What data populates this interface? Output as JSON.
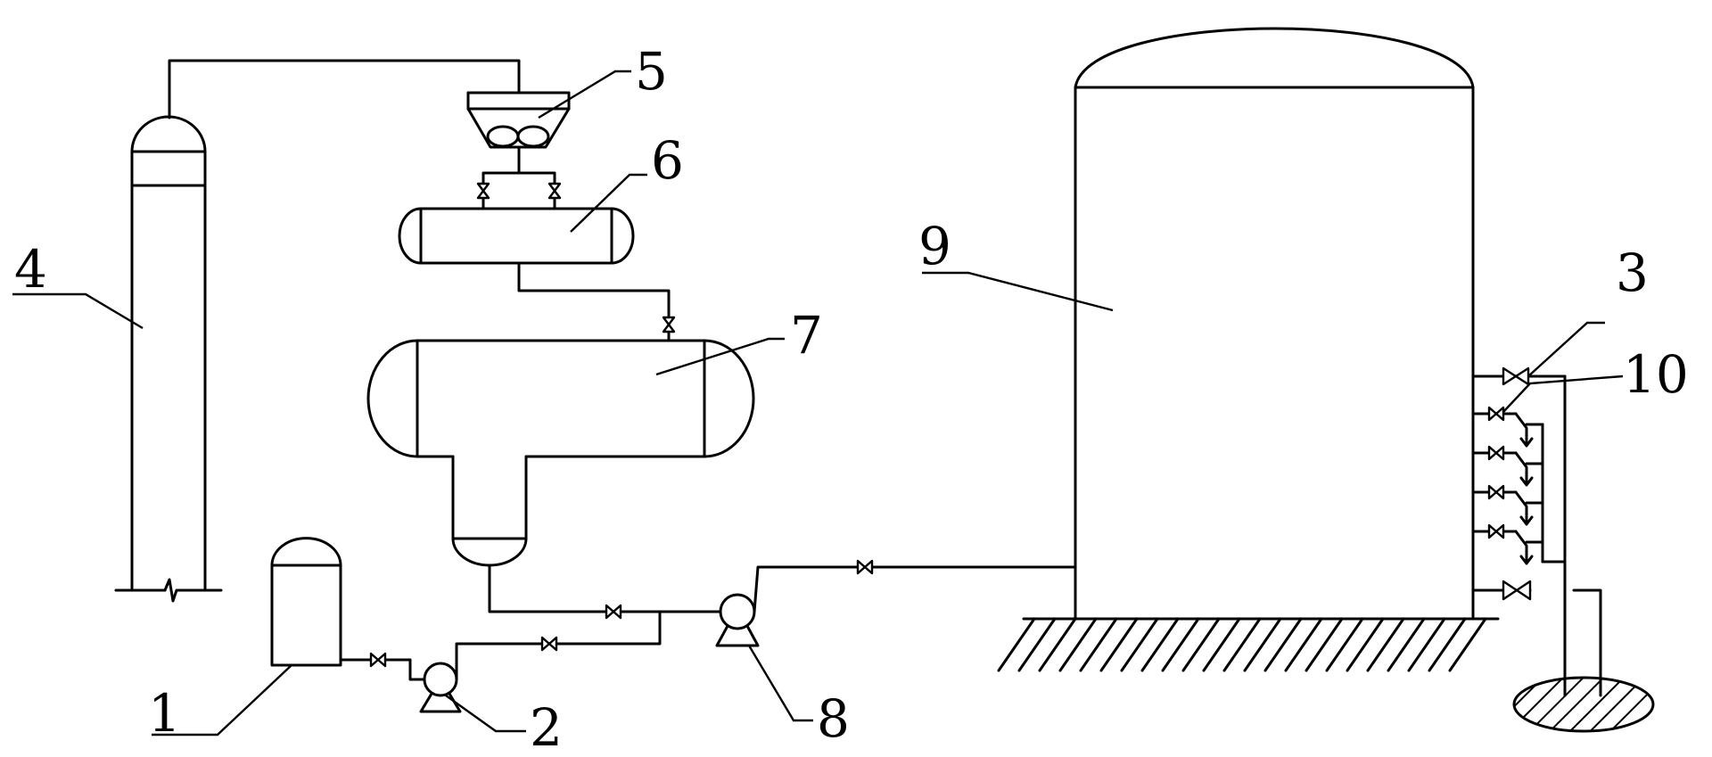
{
  "diagram": {
    "labels": {
      "l1": "1",
      "l2": "2",
      "l3": "3",
      "l4": "4",
      "l5": "5",
      "l6": "6",
      "l7": "7",
      "l8": "8",
      "l9": "9",
      "l10": "10"
    },
    "colors": {
      "line": "#000000",
      "background": "#ffffff"
    }
  }
}
